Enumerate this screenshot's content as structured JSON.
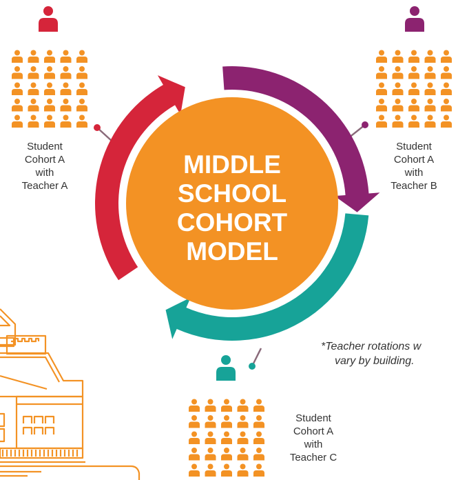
{
  "title_lines": [
    "MIDDLE",
    "SCHOOL",
    "COHORT",
    "MODEL"
  ],
  "cohorts": [
    {
      "id": "a",
      "lines": [
        "Student",
        "Cohort A",
        "with",
        "Teacher A"
      ],
      "teacher_color": "#d5253a"
    },
    {
      "id": "b",
      "lines": [
        "Student",
        "Cohort A",
        "with",
        "Teacher B"
      ],
      "teacher_color": "#8c2370"
    },
    {
      "id": "c",
      "lines": [
        "Student",
        "Cohort A",
        "with",
        "Teacher C"
      ],
      "teacher_color": "#17a398"
    }
  ],
  "note_lines": [
    "*Teacher rotations w",
    "vary by building."
  ],
  "colors": {
    "center": "#f39224",
    "students": "#f39224",
    "arrow_red": "#d5253a",
    "arrow_purple": "#8c2370",
    "arrow_teal": "#17a398",
    "building": "#f39224"
  },
  "icons": [
    "teacher-icon",
    "student-icon",
    "school-building-icon",
    "cycle-arrow-icon"
  ]
}
